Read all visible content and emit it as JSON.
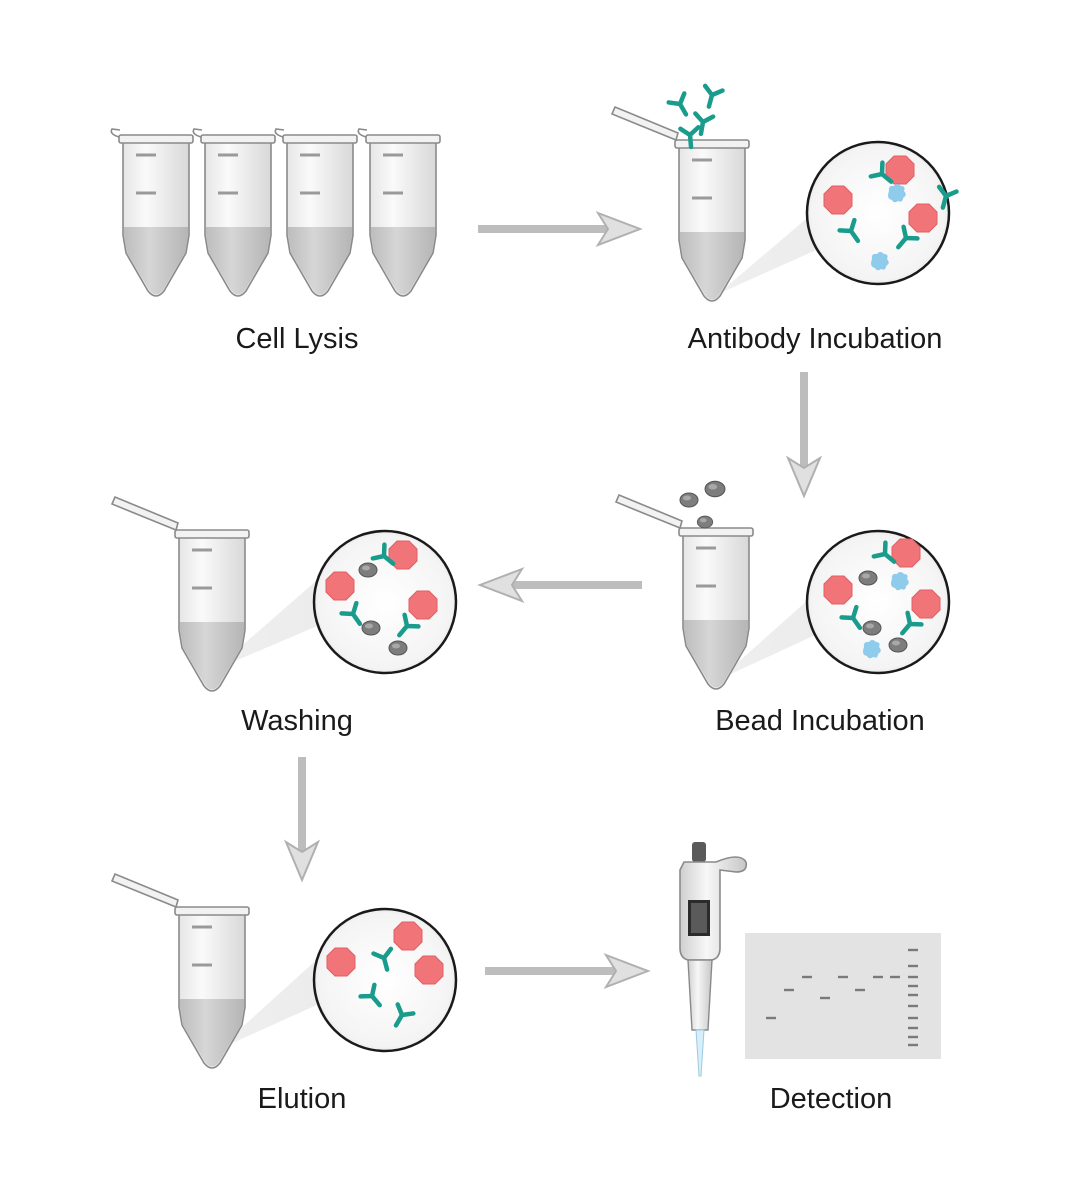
{
  "steps": {
    "cell_lysis": "Cell Lysis",
    "antibody_incubation": "Antibody Incubation",
    "bead_incubation": "Bead Incubation",
    "washing": "Washing",
    "elution": "Elution",
    "detection": "Detection"
  },
  "colors": {
    "antibody": "#1a9c8c",
    "antigen": "#f07478",
    "bead": "#7a7a7a",
    "contaminant": "#8fcbeb",
    "arrow": "#bdbdbd",
    "tube_liquid": "#c9c9c9",
    "gel": "#e3e3e3"
  },
  "icons": [
    "microcentrifuge-tube-icon",
    "antibody-icon",
    "antigen-icon",
    "bead-icon",
    "protein-contaminant-icon",
    "pipette-icon",
    "gel-icon",
    "magnifier-circle-icon"
  ]
}
